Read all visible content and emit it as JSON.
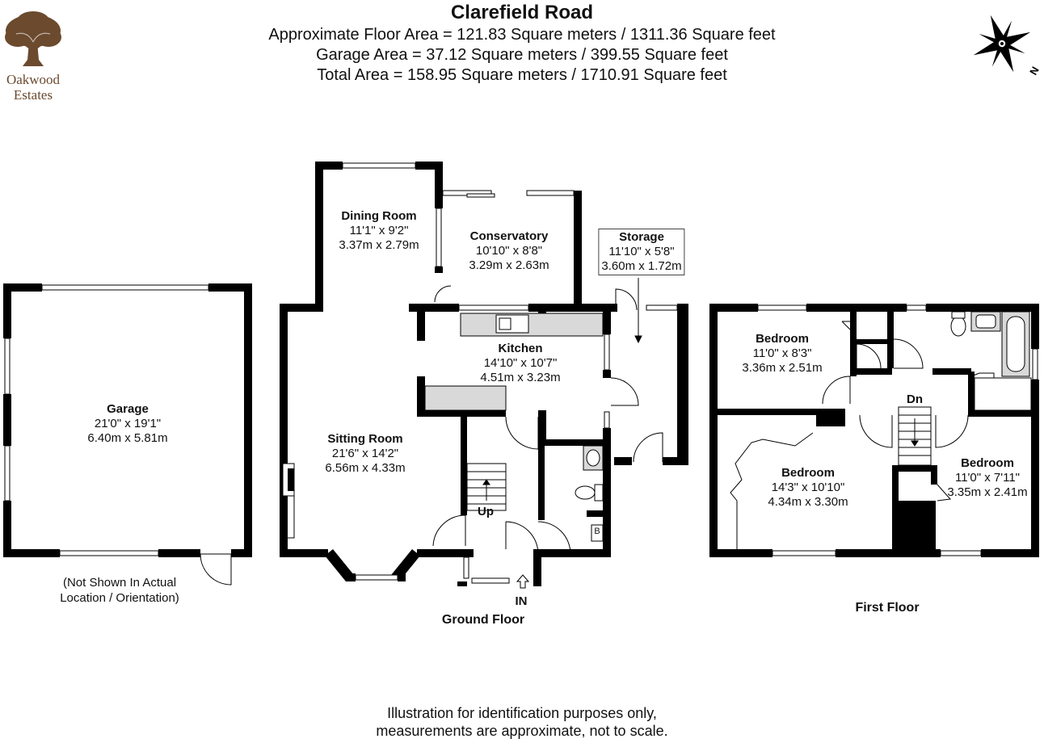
{
  "header": {
    "title": "Clarefield Road",
    "floor_area": "Approximate Floor Area = 121.83 Square meters / 1311.36 Square feet",
    "garage_area": "Garage Area = 37.12 Square meters / 399.55 Square feet",
    "total_area": "Total Area = 158.95 Square meters / 1710.91 Square feet"
  },
  "logo": {
    "line1": "Oakwood",
    "line2": "Estates",
    "color": "#6b4a2e"
  },
  "compass": {
    "label": "N",
    "icon": "compass-star-icon"
  },
  "colors": {
    "wall": "#000000",
    "fixture": "#d9d9d9",
    "window": "#ffffff"
  },
  "rooms": {
    "garage": {
      "name": "Garage",
      "imperial": "21'0\" x 19'1\"",
      "metric": "6.40m x 5.81m"
    },
    "dining": {
      "name": "Dining Room",
      "imperial": "11'1\" x 9'2\"",
      "metric": "3.37m x 2.79m"
    },
    "conservatory": {
      "name": "Conservatory",
      "imperial": "10'10\" x 8'8\"",
      "metric": "3.29m x 2.63m"
    },
    "storage": {
      "name": "Storage",
      "imperial": "11'10\" x 5'8\"",
      "metric": "3.60m x 1.72m"
    },
    "kitchen": {
      "name": "Kitchen",
      "imperial": "14'10\" x 10'7\"",
      "metric": "4.51m x 3.23m"
    },
    "sitting": {
      "name": "Sitting Room",
      "imperial": "21'6\" x 14'2\"",
      "metric": "6.56m x 4.33m"
    },
    "bedroom1": {
      "name": "Bedroom",
      "imperial": "11'0\" x 8'3\"",
      "metric": "3.36m x 2.51m"
    },
    "bedroom2": {
      "name": "Bedroom",
      "imperial": "14'3\" x 10'10\"",
      "metric": "4.34m x 3.30m"
    },
    "bedroom3": {
      "name": "Bedroom",
      "imperial": "11'0\" x 7'11\"",
      "metric": "3.35m x 2.41m"
    }
  },
  "labels": {
    "up": "Up",
    "dn": "Dn",
    "in": "IN",
    "boiler": "B",
    "garage_note_1": "(Not Shown In Actual",
    "garage_note_2": "Location / Orientation)",
    "ground_floor": "Ground Floor",
    "first_floor": "First Floor"
  },
  "disclaimer": {
    "line1": "Illustration for identification purposes only,",
    "line2": "measurements are approximate, not to scale."
  }
}
